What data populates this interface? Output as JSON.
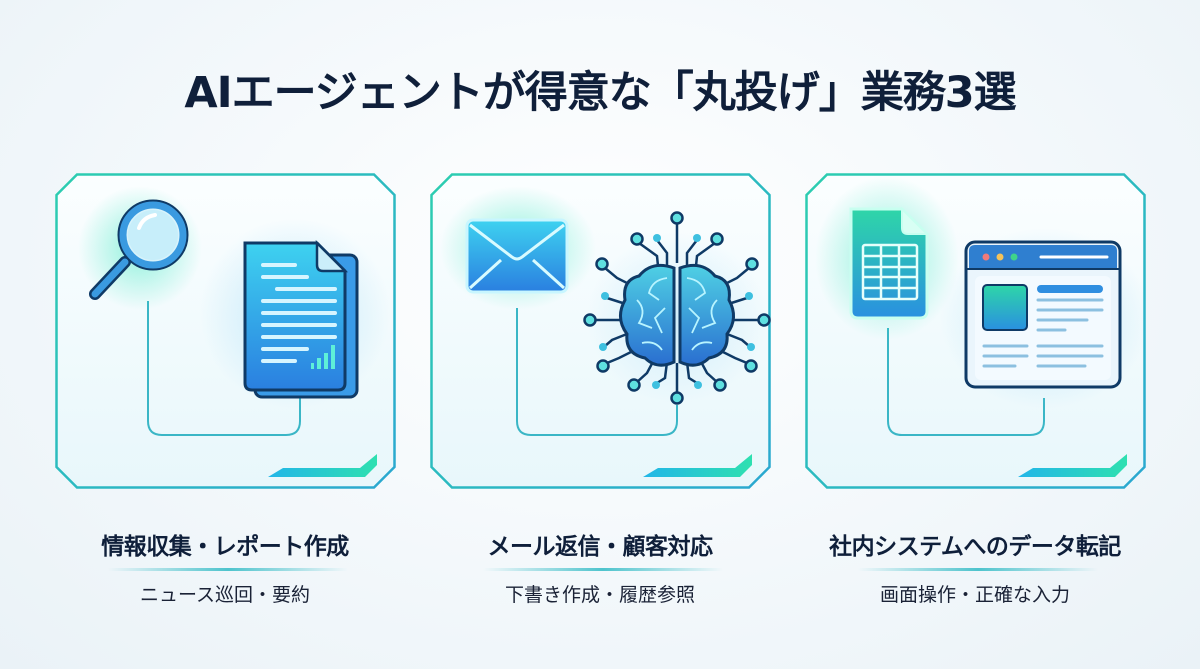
{
  "title": "AIエージェントが得意な「丸投げ」業務3選",
  "colors": {
    "title": "#0f1f3a",
    "frame": "#2bb8c8",
    "accent_teal": "#2ee0b0",
    "accent_blue": "#2a8fe0",
    "icon_dark": "#0f3a66"
  },
  "cards": [
    {
      "label": "情報収集・レポート作成",
      "sublabel": "ニュース巡回・要約",
      "icons": [
        "magnifier-icon",
        "document-report-icon"
      ]
    },
    {
      "label": "メール返信・顧客対応",
      "sublabel": "下書き作成・履歴参照",
      "icons": [
        "envelope-icon",
        "ai-brain-circuit-icon"
      ]
    },
    {
      "label": "社内システムへのデータ転記",
      "sublabel": "画面操作・正確な入力",
      "icons": [
        "spreadsheet-icon",
        "browser-window-icon"
      ]
    }
  ]
}
